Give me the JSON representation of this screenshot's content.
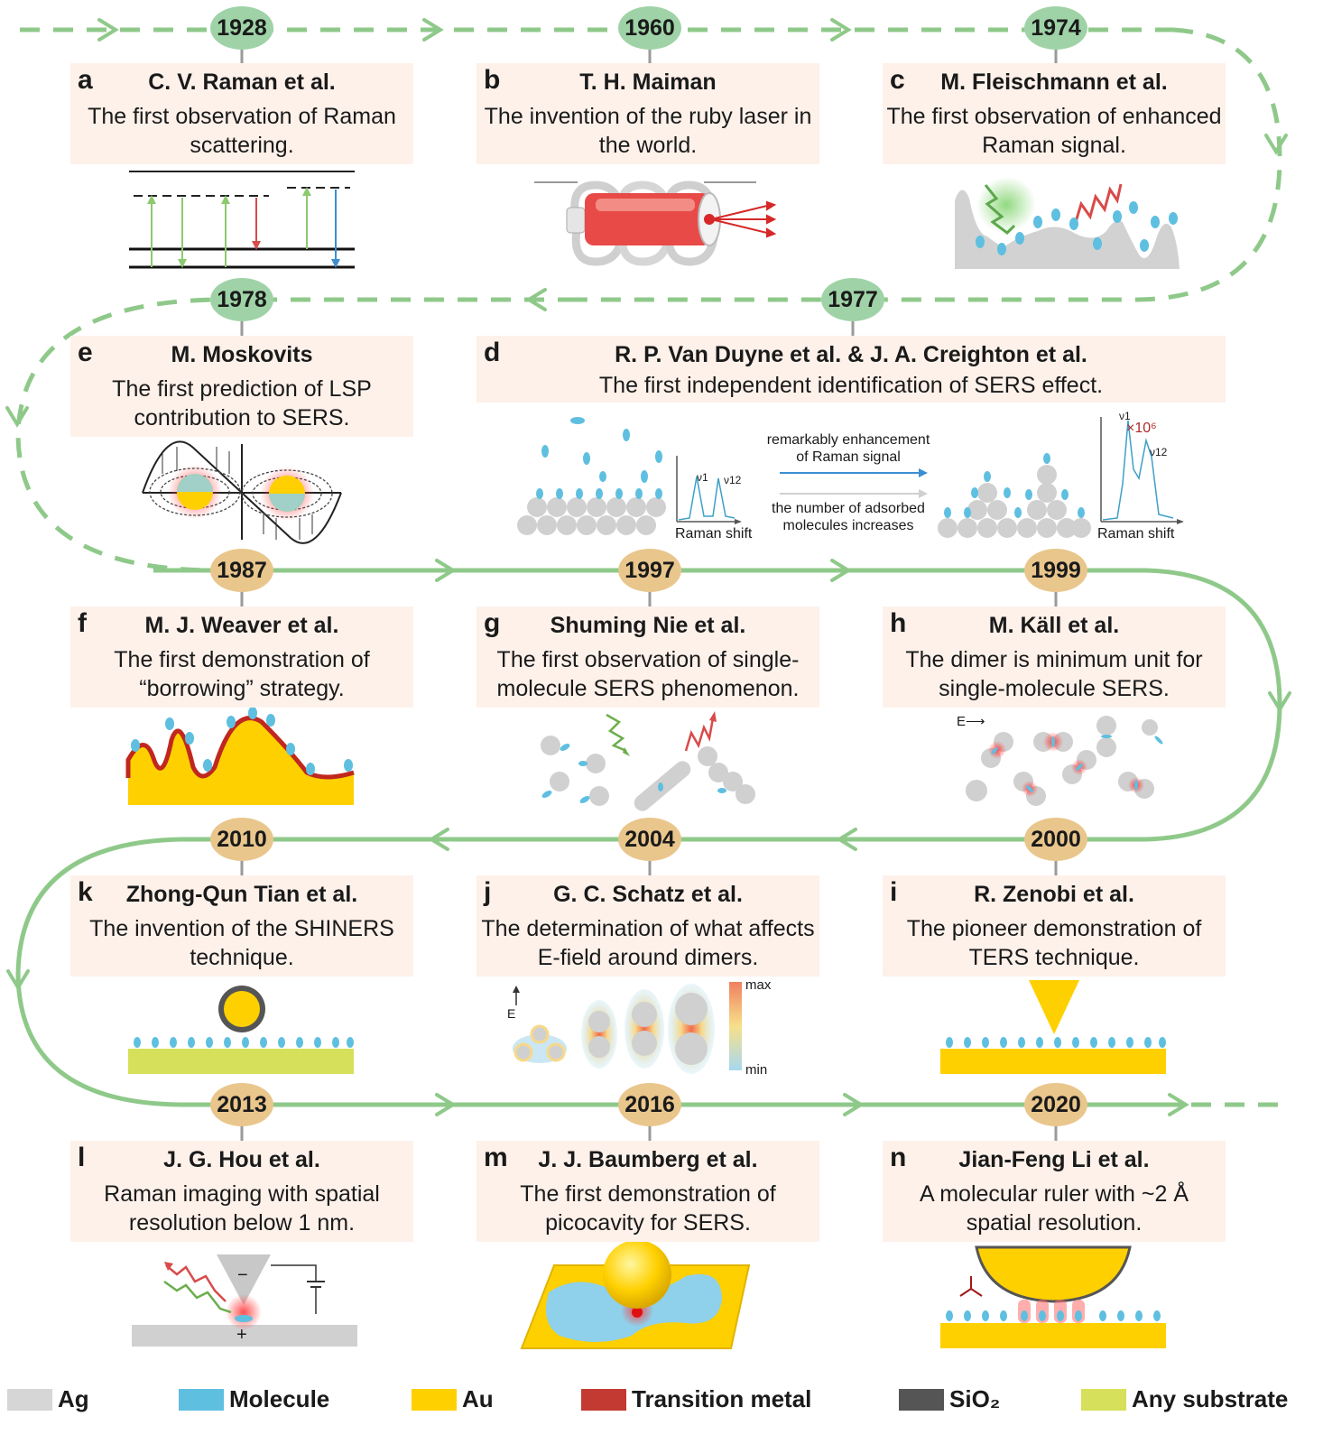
{
  "timeline": [
    {
      "year": "1928",
      "letter": "a",
      "author": "C. V. Raman et al.",
      "desc": "The first observation of Raman scattering."
    },
    {
      "year": "1960",
      "letter": "b",
      "author": "T. H. Maiman",
      "desc": "The invention of the ruby laser in the world."
    },
    {
      "year": "1974",
      "letter": "c",
      "author": "M. Fleischmann et al.",
      "desc": "The first observation of enhanced Raman signal."
    },
    {
      "year": "1977",
      "letter": "d",
      "author": "R. P. Van Duyne et al. & J. A. Creighton et al.",
      "desc": "The first independent identification of SERS effect."
    },
    {
      "year": "1978",
      "letter": "e",
      "author": "M. Moskovits",
      "desc": "The first prediction of LSP contribution to SERS."
    },
    {
      "year": "1987",
      "letter": "f",
      "author": "M. J. Weaver et al.",
      "desc": "The first demonstration of “borrowing” strategy."
    },
    {
      "year": "1997",
      "letter": "g",
      "author": "Shuming Nie et al.",
      "desc": "The first observation of single-molecule SERS phenomenon."
    },
    {
      "year": "1999",
      "letter": "h",
      "author": "M. Käll et al.",
      "desc": "The dimer is minimum unit for single-molecule SERS."
    },
    {
      "year": "2000",
      "letter": "i",
      "author": "R. Zenobi et al.",
      "desc": "The pioneer demonstration of TERS technique."
    },
    {
      "year": "2004",
      "letter": "j",
      "author": "G. C. Schatz et al.",
      "desc": "The determination of what affects E-field around dimers."
    },
    {
      "year": "2010",
      "letter": "k",
      "author": "Zhong-Qun Tian et al.",
      "desc": "The invention of the SHINERS technique."
    },
    {
      "year": "2013",
      "letter": "l",
      "author": "J. G. Hou et al.",
      "desc": "Raman imaging with spatial resolution below 1 nm."
    },
    {
      "year": "2016",
      "letter": "m",
      "author": "J. J. Baumberg et al.",
      "desc": "The first demonstration of picocavity for SERS."
    },
    {
      "year": "2020",
      "letter": "n",
      "author": "Jian-Feng Li et al.",
      "desc": "A molecular ruler with ~2 Å spatial resolution."
    }
  ],
  "panel_d": {
    "raman_shift_1": "Raman shift",
    "raman_shift_2": "Raman shift",
    "arrow_top_1": "remarkably enhancement",
    "arrow_top_2": "of Raman signal",
    "arrow_bottom_1": "the number of adsorbed",
    "arrow_bottom_2": "molecules increases",
    "peak_v1": "ν1",
    "peak_v12": "ν12",
    "enhancement": "×10⁶"
  },
  "panel_h": {
    "field": "E⟶"
  },
  "panel_j": {
    "field": "E",
    "max": "max",
    "min": "min"
  },
  "panel_l": {
    "minus": "−",
    "plus": "+"
  },
  "legend": [
    {
      "label": "Ag",
      "color": "#d6d6d6"
    },
    {
      "label": "Molecule",
      "color": "#5fbfe0"
    },
    {
      "label": "Au",
      "color": "#ffd000"
    },
    {
      "label": "Transition metal",
      "color": "#c23a32"
    },
    {
      "label": "SiO₂",
      "color": "#555555"
    },
    {
      "label": "Any substrate",
      "color": "#d6e05a"
    }
  ]
}
